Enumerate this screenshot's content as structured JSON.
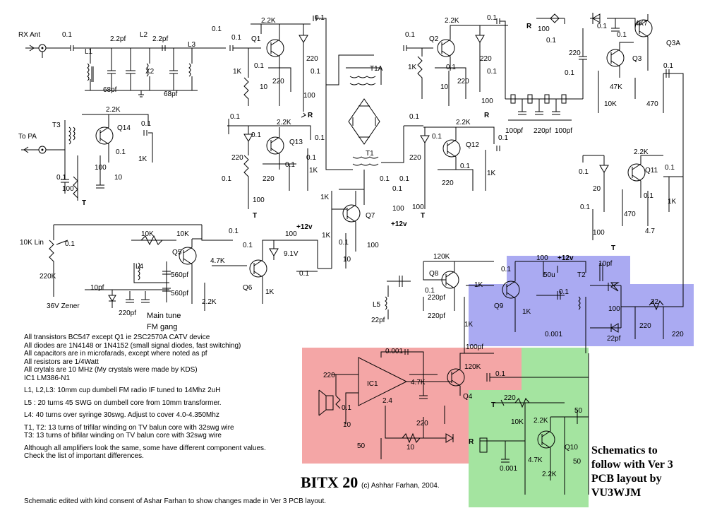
{
  "title": "BITX 20",
  "copyright": "(c) Ashhar Farhan, 2004.",
  "notes": [
    "All transistors BC547 except Q1 ie 2SC2570A CATV device",
    "All diodes are 1N4148 or 1N4152 (small signal diodes, fast switching)",
    "All capacitors are in microfarads, except where noted as pf",
    "All resistors are 1/4Watt",
    "All crytals are 10 MHz (My crystals were made by KDS)",
    "IC1 LM386-N1"
  ],
  "notes2": [
    "L1, L2,L3: 10mm cup dumbell FM radio IF tuned to 14Mhz      2uH",
    "L5 : 20 turns 45 SWG on dumbell core from 10mm transformer.",
    "L4: 40 turns over syringe 30swg. Adjust to cover 4.0-4.350Mhz"
  ],
  "notes3": [
    "T1, T2: 13 turns of trifilar winding on TV balun core with 32swg wire",
    "T3: 13 turns of bifilar winding on TV balun core with 32swg wire"
  ],
  "notes4": [
    "Although all amplifiers look the same, some have different component values.",
    "Check the list of important differences."
  ],
  "edited_note": "Schematic edited with kind consent of Ashar Farhan to show changes made in Ver 3 PCB layout.",
  "follow_note": [
    "Schematics to",
    "follow with Ver 3",
    "PCB layout by",
    "VU3WJM"
  ],
  "colors": {
    "blue_region": "#aaaaf2",
    "red_region": "#f4a6a6",
    "green_region": "#a4e4a0",
    "background": "#ffffff"
  },
  "labels": {
    "rx_ant": "RX Ant",
    "to_pa": "To PA",
    "L1": "L1",
    "L2": "L2",
    "L3": "L3",
    "L4": "L4",
    "L5": "L5",
    "X2": "X2",
    "T1": "T1",
    "T1A": "T1A",
    "T2": "T2",
    "T3": "T3",
    "Q1": "Q1",
    "Q2": "Q2",
    "Q3": "Q3",
    "Q3A": "Q3A",
    "Q4": "Q4",
    "Q5": "Q5",
    "Q6": "Q6",
    "Q7": "Q7",
    "Q8": "Q8",
    "Q9": "Q9",
    "Q10": "Q10",
    "Q11": "Q11",
    "Q12": "Q12",
    "Q13": "Q13",
    "Q14": "Q14",
    "IC1": "IC1",
    "R": "R",
    "T": "T",
    "plus12v": "+12v",
    "v9_1": "9.1V",
    "zener36": "36V Zener",
    "lin10k": "10K Lin",
    "main_tune": "Main tune",
    "fm_gang": "FM gang",
    "c01": "0.1",
    "c0001": "0.001",
    "c50u": "50u",
    "c50": "50",
    "c10": "10",
    "c2_4": "2.4",
    "p2_2": "2.2pf",
    "p68": "68pf",
    "p100": "100pf",
    "p220": "220pf",
    "p560": "560pf",
    "p10": "10pf",
    "p22": "22pf",
    "r1k": "1K",
    "r2_2k": "2.2K",
    "r4_7k": "4.7K",
    "r10k": "10K",
    "r47k": "47K",
    "r120k": "120K",
    "r220k": "220K",
    "r4k7": "4K7",
    "r220": "220",
    "r100": "100",
    "r470": "470",
    "r22": "22",
    "r10": "10",
    "r4_7": "4.7",
    "r20": "20"
  }
}
